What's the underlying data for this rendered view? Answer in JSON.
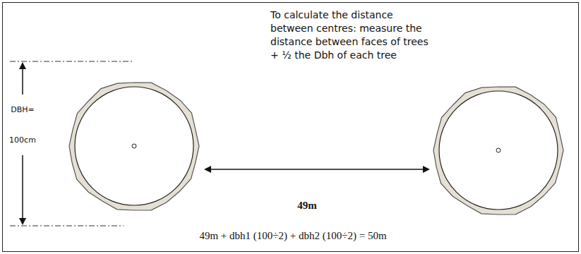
{
  "diagram": {
    "labels": [
      "To calculate the distance between centres: measure the distance between faces of trees + ½ the Dbh of each tree",
      "DBH= 100cm",
      "49m",
      "49m + dbh1 (100÷2) + dbh2 (100÷2) = 50m"
    ]
  }
}
